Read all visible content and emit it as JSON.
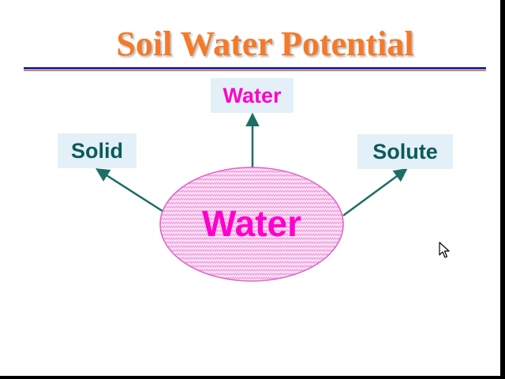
{
  "title": "Soil Water Potential",
  "center": {
    "label": "Water"
  },
  "branches": {
    "top": {
      "label": "Water"
    },
    "left": {
      "label": "Solid"
    },
    "right": {
      "label": "Solute"
    }
  },
  "colors": {
    "title": "#f47a2a",
    "accent_magenta": "#ff00cc",
    "label_teal": "#0b5a5a",
    "arrow": "#1d6e64",
    "box_fill": "#e3f0f7",
    "rule_blue": "#1f2c9a",
    "rule_red": "#c0392b"
  }
}
